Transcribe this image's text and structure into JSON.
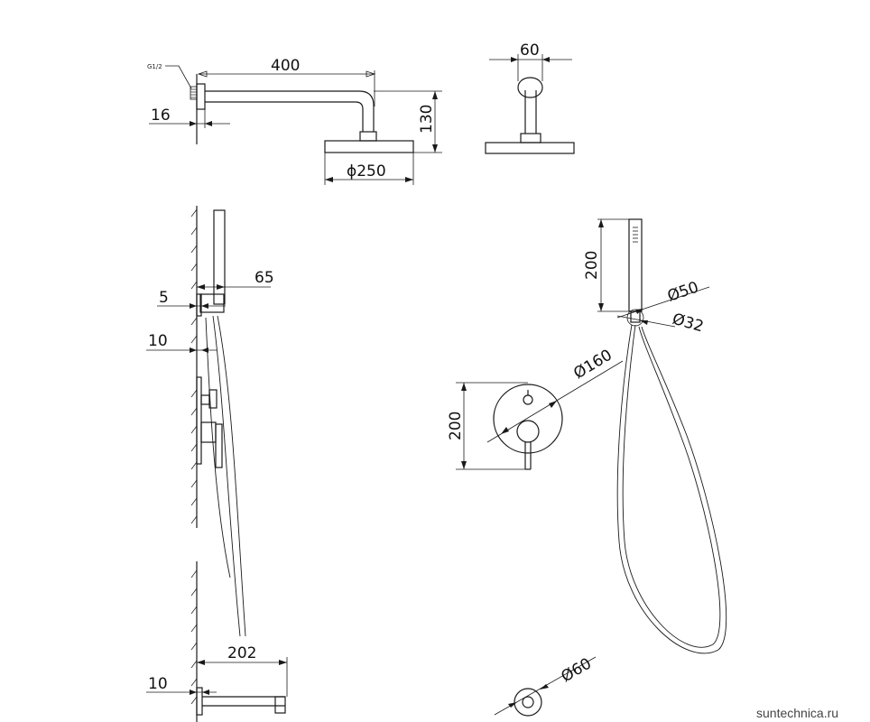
{
  "colors": {
    "line": "#1a1a1a",
    "background": "#ffffff",
    "watermark": "#444444"
  },
  "thread_label": "G1/2",
  "shower_arm": {
    "length": "400",
    "wall_offset": "16",
    "drop": "130",
    "head_diameter": "ϕ250",
    "side_width": "60"
  },
  "hand_shower_holder": {
    "depth": "65",
    "offset": "5"
  },
  "mixer": {
    "wall_offset": "10",
    "plate_diameter": "Ø160",
    "plate_height": "200"
  },
  "hand_shower": {
    "length": "200",
    "head_diameter": "Ø50",
    "handle_diameter": "Ø32"
  },
  "spout": {
    "length": "202",
    "wall_offset": "10",
    "flange_diameter": "Ø60"
  },
  "watermark": "suntechnica.ru"
}
